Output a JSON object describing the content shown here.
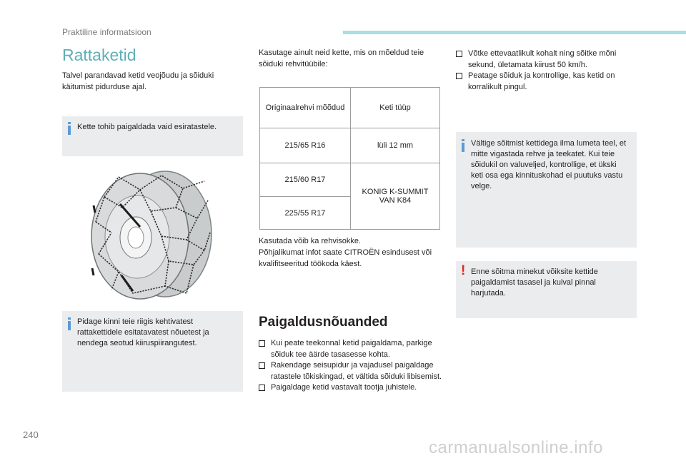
{
  "header": {
    "section": "Praktiline informatsioon"
  },
  "title": "Rattaketid",
  "intro": "Talvel parandavad ketid veojõudu ja sõiduki käitumist pidurduse ajal.",
  "note1": "Kette tohib paigaldada vaid esiratastele.",
  "note2": "Pidage kinni teie riigis kehtivatest rattakettidele esitatavatest nõuetest ja nendega seotud kiiruspiirangutest.",
  "col2_intro": "Kasutage ainult neid kette, mis on mõeldud teie sõiduki rehvitüübile:",
  "table": {
    "header_size": "Originaalrehvi mõõdud",
    "header_chain": "Keti tüüp",
    "row1_size": "215/65 R16",
    "row1_chain": "lüli 12 mm",
    "row2_size": "215/60 R17",
    "row3_size": "225/55 R17",
    "chain_merged": "KONIG K-SUMMIT VAN K84"
  },
  "after_table_1": "Kasutada võib ka rehvisokke.",
  "after_table_2": "Põhjalikumat infot saate CITROËN esindusest või kvalifitseeritud töökoda käest.",
  "install_heading": "Paigaldusnõuanded",
  "install_bullets": [
    "Kui peate teekonnal ketid paigaldama, parkige sõiduk tee äärde tasasesse kohta.",
    "Rakendage seisupidur ja vajadusel paigaldage ratastele tõkiskingad, et vältida sõiduki libisemist.",
    " Paigaldage ketid vastavalt tootja juhistele."
  ],
  "col3_bullets": [
    "Võtke ettevaatlikult kohalt ning sõitke mõni sekund, ületamata kiirust 50 km/h.",
    "Peatage sõiduk ja kontrollige, kas ketid on korralikult pingul."
  ],
  "note3": "Vältige sõitmist kettidega ilma lumeta teel, et mitte vigastada rehve ja teekatet. Kui teie sõidukil on valuveljed, kontrollige, et ükski keti osa ega kinnituskohad ei puutuks vastu velge.",
  "warn_mark": "!",
  "note4": "Enne sõitma minekut võiksite kettide paigaldamist tasasel ja kuival pinnal harjutada.",
  "page_number": "240",
  "watermark": "carmanualsonline.info",
  "colors": {
    "accent": "#5fb0b7",
    "teal_bar": "#a8dfe0",
    "note_bg": "#ebeced",
    "info_bar": "#5b9bd5",
    "warn": "#e42320"
  }
}
